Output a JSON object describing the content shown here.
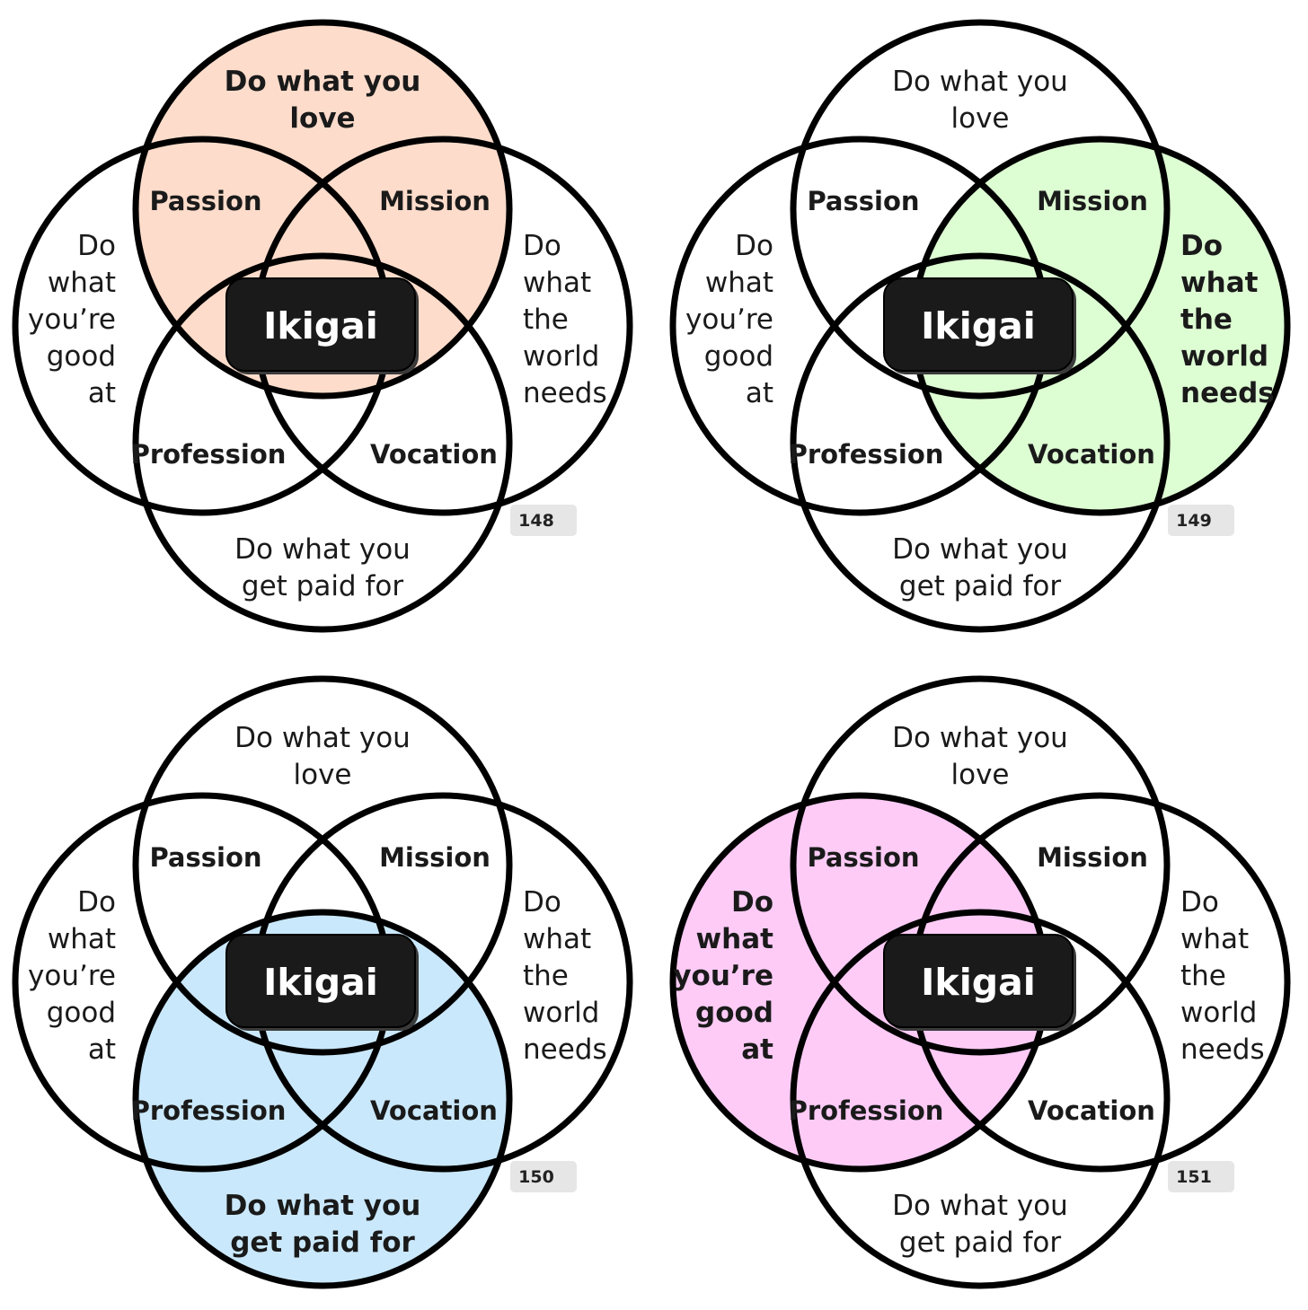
{
  "theme": {
    "stroke": "#000000",
    "ikigai_box": "#1b1a1a",
    "ikigai_box_shadow": "#3a3a3a",
    "page_tag_bg": "#e6e6e6"
  },
  "labels": {
    "love": [
      "Do what you",
      "love"
    ],
    "good_at": [
      "Do",
      "what",
      "you’re",
      "good",
      "at"
    ],
    "world_needs": [
      "Do",
      "what",
      "the",
      "world",
      "needs"
    ],
    "paid_for": [
      "Do what you",
      "get paid for"
    ],
    "passion": "Passion",
    "mission": "Mission",
    "profession": "Profession",
    "vocation": "Vocation",
    "center": "Ikigai"
  },
  "panels": [
    {
      "page": "148",
      "highlight": "love",
      "highlight_color": "#fddccb"
    },
    {
      "page": "149",
      "highlight": "world_needs",
      "highlight_color": "#ddfdd3"
    },
    {
      "page": "150",
      "highlight": "paid_for",
      "highlight_color": "#cae8fb"
    },
    {
      "page": "151",
      "highlight": "good_at",
      "highlight_color": "#fdcbf6"
    }
  ]
}
